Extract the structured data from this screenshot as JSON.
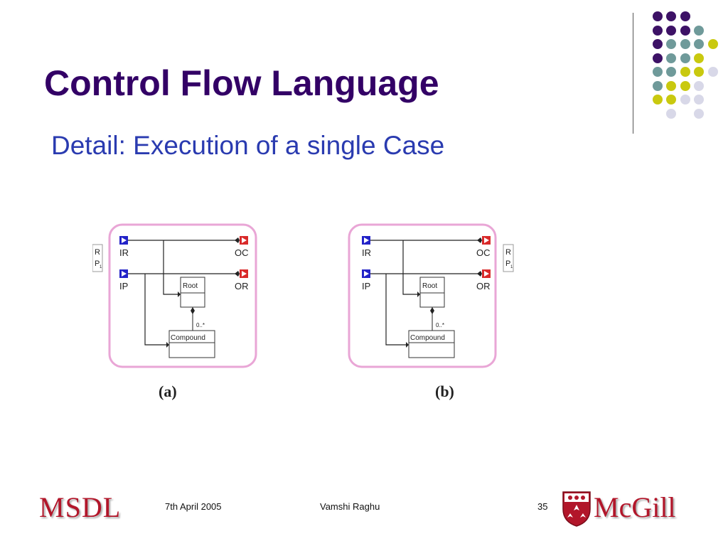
{
  "slide": {
    "title": "Control Flow Language",
    "subtitle": "Detail: Execution of a single Case"
  },
  "colors": {
    "title": "#330066",
    "subtitle": "#2a3bb0",
    "dot_purple": "#3d1266",
    "dot_teal": "#6f9a9a",
    "dot_yellow": "#c9c90f",
    "dot_light": "#d8d8e8",
    "figure_border": "#e9a6d6",
    "port_input": "#2323c8",
    "port_output": "#d92a2a"
  },
  "figures": [
    {
      "caption": "(a)",
      "inputs": [
        "IR",
        "IP"
      ],
      "outputs": [
        "OC",
        "OR"
      ],
      "classes": [
        "Root",
        "Compound"
      ],
      "multiplicity": "0..*",
      "side_port": [
        "R",
        "P",
        "1"
      ]
    },
    {
      "caption": "(b)",
      "inputs": [
        "IR",
        "IP"
      ],
      "outputs": [
        "OC",
        "OR"
      ],
      "classes": [
        "Root",
        "Compound"
      ],
      "multiplicity": "0..*",
      "side_port": [
        "R",
        "P",
        "1"
      ]
    }
  ],
  "footer": {
    "date": "7th April 2005",
    "author": "Vamshi Raghu",
    "page": "35",
    "logo_left": "MSDL",
    "logo_right": "McGill"
  }
}
